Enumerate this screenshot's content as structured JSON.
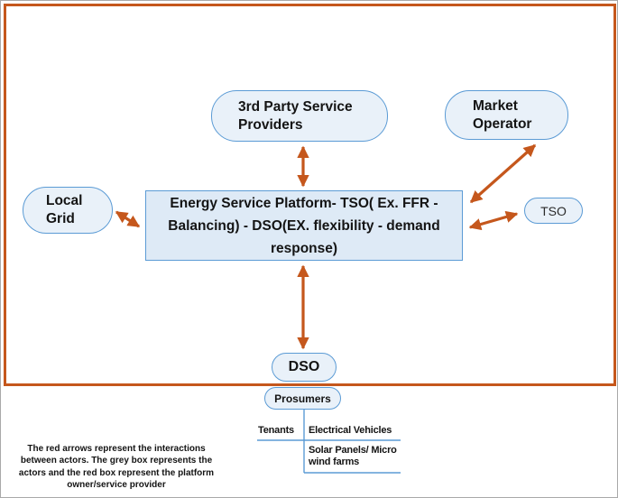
{
  "colors": {
    "boundary_and_arrows": "#c5571c",
    "node_border": "#5b9bd5",
    "node_fill": "#e9f1f9",
    "platform_fill": "#deeaf6",
    "connector_blue": "#5b9bd5",
    "text": "#141414"
  },
  "nodes": {
    "third_party": {
      "label": "3rd Party Service\nProviders"
    },
    "market_operator": {
      "label": "Market\nOperator"
    },
    "local_grid": {
      "label": "Local\nGrid"
    },
    "platform": {
      "label": "Energy Service Platform- TSO( Ex. FFR -\nBalancing) - DSO(EX. flexibility - demand\nresponse)"
    },
    "tso": {
      "label": "TSO"
    },
    "dso": {
      "label": "DSO"
    },
    "prosumers": {
      "label": "Prosumers"
    }
  },
  "prosumer_items": {
    "tenants": "Tenants",
    "electrical_vehicles": "Electrical Vehicles",
    "solar": "Solar Panels/ Micro\nwind farms"
  },
  "caption": "The red arrows represent the interactions\nbetween actors. The grey box represents the\nactors and the red box represent the platform\nowner/service provider"
}
